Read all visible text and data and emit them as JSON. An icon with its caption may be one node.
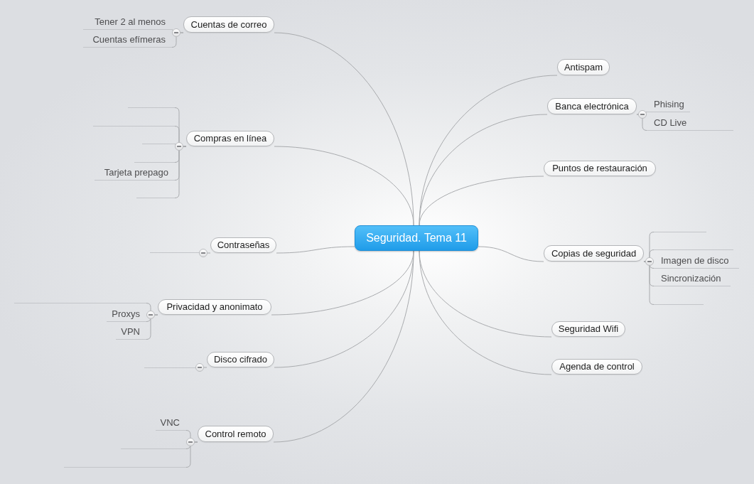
{
  "diagram": {
    "nodes": [
      {
        "text": [
          "Seguridad. Tema 11"
        ]
      },
      {
        "text": [
          "Cuentas de correo"
        ]
      },
      {
        "text": [
          "Tener 2 al menos"
        ]
      },
      {
        "text": [
          "Cuentas efímeras"
        ]
      },
      {
        "text": [
          "Compras en línea"
        ]
      },
      {
        "text": [],
        "shape": "line"
      },
      {
        "text": [],
        "shape": "line"
      },
      {
        "text": [],
        "shape": "line"
      },
      {
        "text": [],
        "shape": "line"
      },
      {
        "text": [
          "Tarjeta prepago"
        ]
      },
      {
        "text": [],
        "shape": "line"
      },
      {
        "text": [
          "Contraseñas"
        ]
      },
      {
        "text": [],
        "shape": "line"
      },
      {
        "text": [
          "Privacidad y anonimato"
        ]
      },
      {
        "text": [],
        "shape": "line"
      },
      {
        "text": [
          "Proxys"
        ]
      },
      {
        "text": [
          "VPN"
        ]
      },
      {
        "text": [
          "Disco cifrado"
        ]
      },
      {
        "text": [],
        "shape": "line"
      },
      {
        "text": [
          "Control remoto"
        ]
      },
      {
        "text": [
          "VNC"
        ]
      },
      {
        "text": [],
        "shape": "line"
      },
      {
        "text": [],
        "shape": "line"
      },
      {
        "text": [
          "Antispam"
        ]
      },
      {
        "text": [
          "Banca electrónica"
        ]
      },
      {
        "text": [
          "Phising"
        ]
      },
      {
        "text": [
          "CD Live"
        ]
      },
      {
        "text": [
          "Puntos de restauración"
        ]
      },
      {
        "text": [
          "Copias de seguridad"
        ]
      },
      {
        "text": [],
        "shape": "line"
      },
      {
        "text": [],
        "shape": "line"
      },
      {
        "text": [
          "Imagen de disco"
        ]
      },
      {
        "text": [
          "Sincronización"
        ]
      },
      {
        "text": [],
        "shape": "line"
      },
      {
        "text": [
          "Seguridad Wifi"
        ]
      },
      {
        "text": [
          "Agenda de control"
        ]
      }
    ],
    "edges": [
      {
        "from": 0,
        "to": 1,
        "arrow": "none"
      },
      {
        "from": 1,
        "to": 2,
        "arrow": "none"
      },
      {
        "from": 1,
        "to": 3,
        "arrow": "none"
      },
      {
        "from": 0,
        "to": 4,
        "arrow": "none"
      },
      {
        "from": 4,
        "to": 5,
        "arrow": "none"
      },
      {
        "from": 4,
        "to": 6,
        "arrow": "none"
      },
      {
        "from": 4,
        "to": 7,
        "arrow": "none"
      },
      {
        "from": 4,
        "to": 8,
        "arrow": "none"
      },
      {
        "from": 4,
        "to": 9,
        "arrow": "none"
      },
      {
        "from": 4,
        "to": 10,
        "arrow": "none"
      },
      {
        "from": 0,
        "to": 11,
        "arrow": "none"
      },
      {
        "from": 11,
        "to": 12,
        "arrow": "none"
      },
      {
        "from": 0,
        "to": 13,
        "arrow": "none"
      },
      {
        "from": 13,
        "to": 14,
        "arrow": "none"
      },
      {
        "from": 13,
        "to": 15,
        "arrow": "none"
      },
      {
        "from": 13,
        "to": 16,
        "arrow": "none"
      },
      {
        "from": 0,
        "to": 17,
        "arrow": "none"
      },
      {
        "from": 17,
        "to": 18,
        "arrow": "none"
      },
      {
        "from": 0,
        "to": 19,
        "arrow": "none"
      },
      {
        "from": 19,
        "to": 20,
        "arrow": "none"
      },
      {
        "from": 19,
        "to": 21,
        "arrow": "none"
      },
      {
        "from": 19,
        "to": 22,
        "arrow": "none"
      },
      {
        "from": 0,
        "to": 23,
        "arrow": "none"
      },
      {
        "from": 0,
        "to": 24,
        "arrow": "none"
      },
      {
        "from": 24,
        "to": 25,
        "arrow": "none"
      },
      {
        "from": 24,
        "to": 26,
        "arrow": "none"
      },
      {
        "from": 0,
        "to": 27,
        "arrow": "none"
      },
      {
        "from": 0,
        "to": 28,
        "arrow": "none"
      },
      {
        "from": 28,
        "to": 29,
        "arrow": "none"
      },
      {
        "from": 28,
        "to": 30,
        "arrow": "none"
      },
      {
        "from": 28,
        "to": 31,
        "arrow": "none"
      },
      {
        "from": 28,
        "to": 32,
        "arrow": "none"
      },
      {
        "from": 28,
        "to": 33,
        "arrow": "none"
      },
      {
        "from": 0,
        "to": 34,
        "arrow": "none"
      },
      {
        "from": 0,
        "to": 35,
        "arrow": "none"
      }
    ]
  }
}
